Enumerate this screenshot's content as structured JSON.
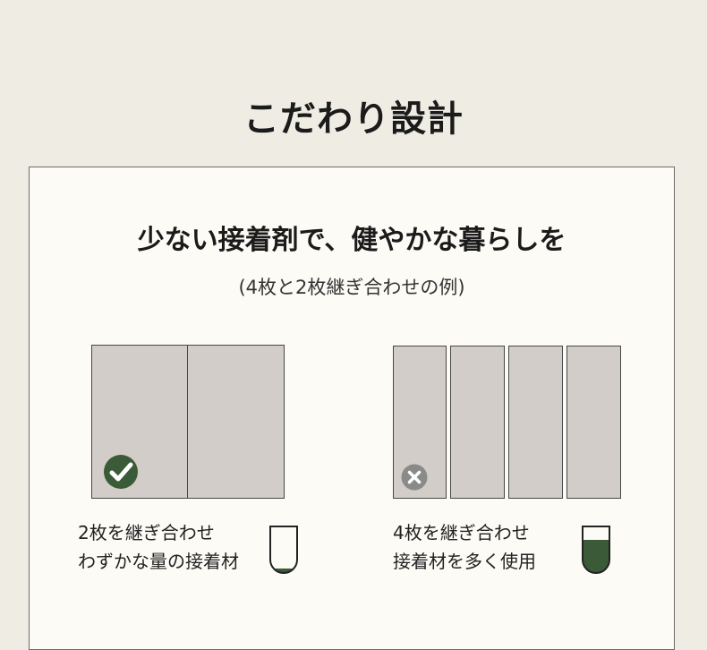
{
  "header": {
    "title": "こだわり設計"
  },
  "card": {
    "heading": "少ない接着剤で、健やかな暮らしを",
    "subheading": "(4枚と2枚継ぎ合わせの例)"
  },
  "examples": [
    {
      "panels": 2,
      "status": "check",
      "caption_line1": "2枚を継ぎ合わせ",
      "caption_line2": "わずかな量の接着材",
      "adhesive_level": 0.08
    },
    {
      "panels": 4,
      "status": "cross",
      "caption_line1": "4枚を継ぎ合わせ",
      "caption_line2": "接着材を多く使用",
      "adhesive_level": 0.72
    }
  ],
  "colors": {
    "accent_green": "#3b5a37",
    "panel_fill": "#d2cdc8",
    "cross_gray": "#8a8a88",
    "background": "#efede3",
    "card_background": "#fcfbf6"
  },
  "icons": [
    "check-circle-icon",
    "cross-circle-icon",
    "adhesive-cup-icon"
  ]
}
